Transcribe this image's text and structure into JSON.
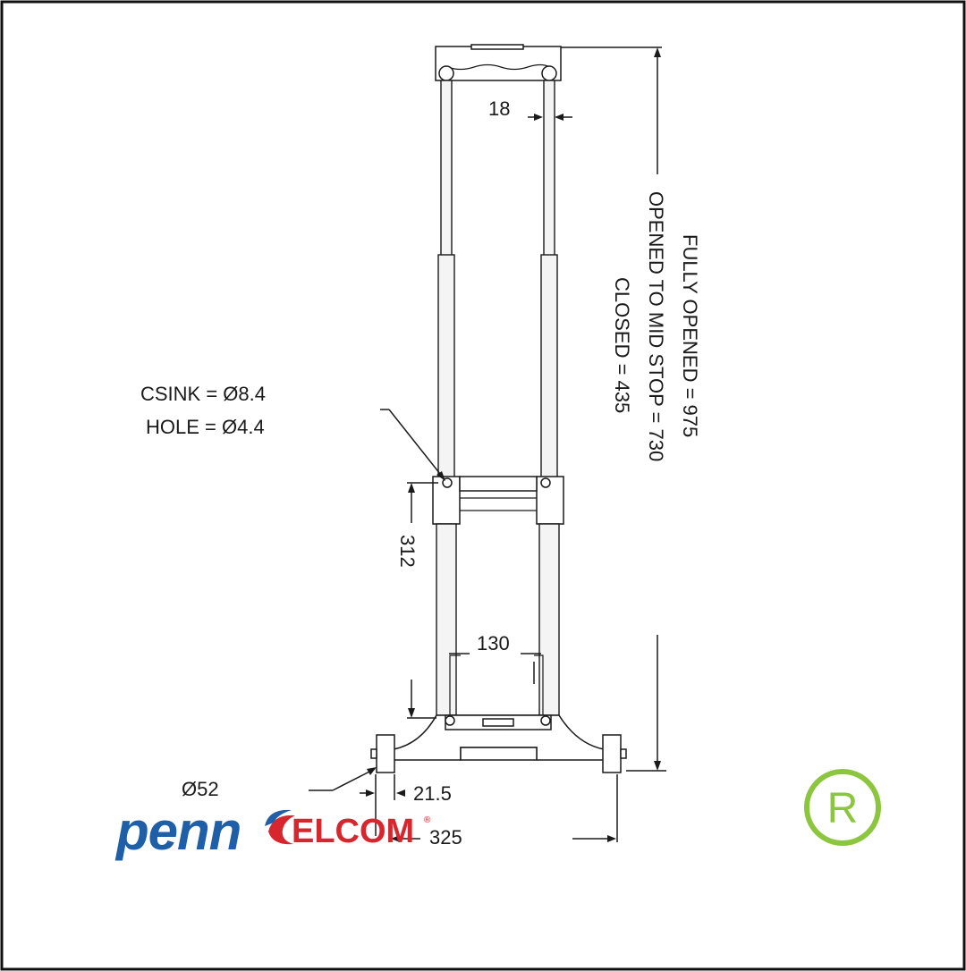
{
  "dimensions": {
    "handle_width": "18",
    "csink": "CSINK = Ø8.4",
    "hole": "HOLE = Ø4.4",
    "mount_height": "312",
    "inner_width": "130",
    "wheel_diameter": "Ø52",
    "wheel_width": "21.5",
    "overall_width": "325",
    "fully_opened": "FULLY OPENED = 975",
    "mid_stop": "OPENED TO MID STOP = 730",
    "closed": "CLOSED = 435"
  },
  "logo": {
    "text_left": "penn",
    "text_right": "ELCOM",
    "registered_mark": "®",
    "color_blue": "#1f5fa8",
    "color_red": "#d8262f"
  },
  "registered_badge": {
    "symbol": "R",
    "color": "#8cc63f"
  }
}
